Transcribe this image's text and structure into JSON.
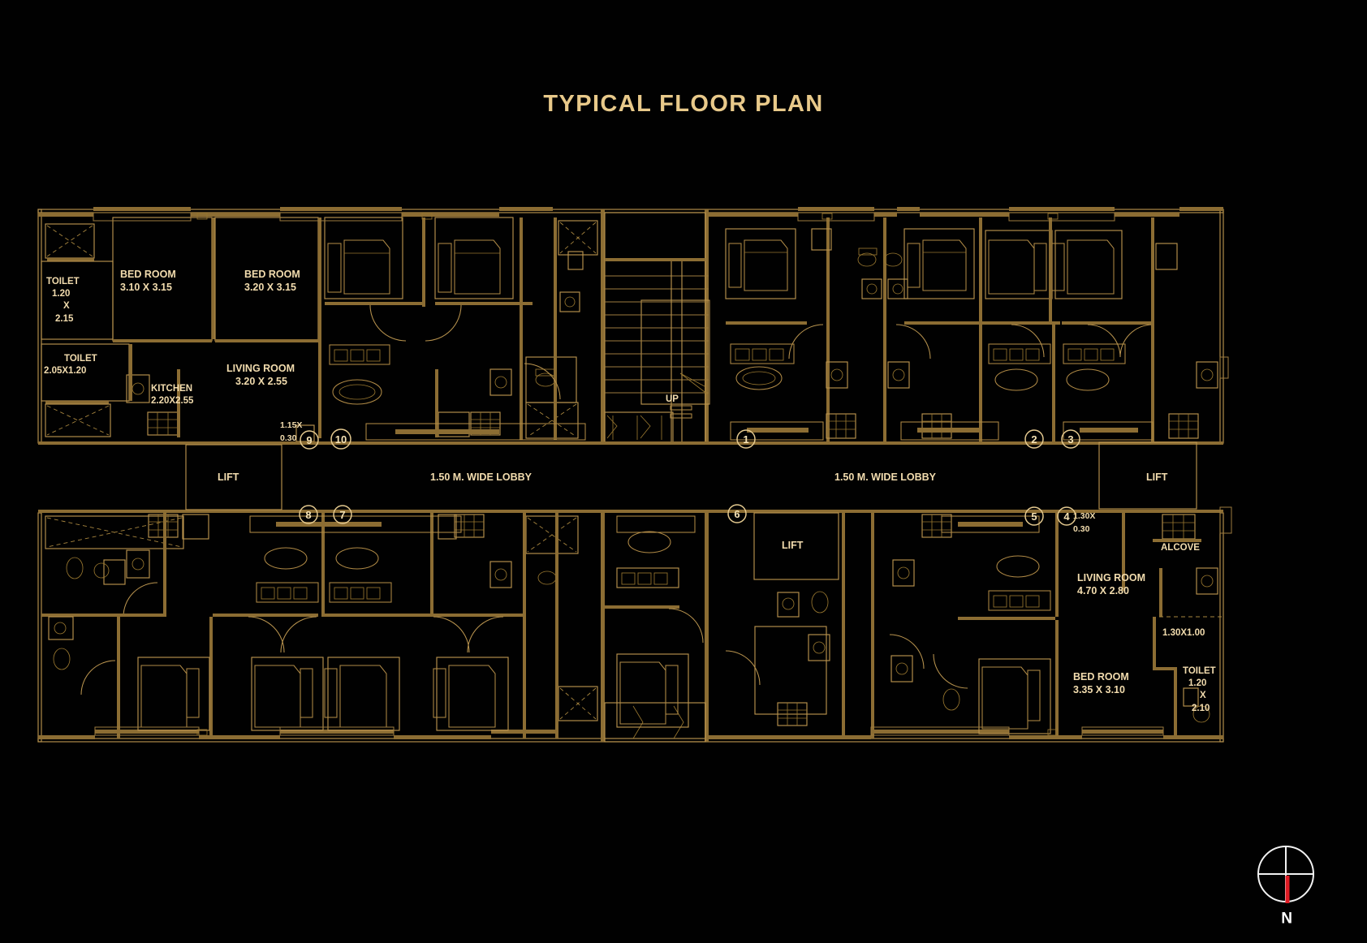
{
  "page": {
    "title": "TYPICAL FLOOR PLAN",
    "background_color": "#010101",
    "line_color": "#b8934e",
    "text_color": "#f2dcae",
    "title_color": "#e8c98a"
  },
  "labels": {
    "lobby_left": "1.50 M. WIDE LOBBY",
    "lobby_right": "1.50 M. WIDE LOBBY",
    "lift_left": "LIFT",
    "lift_middle": "LIFT",
    "lift_right": "LIFT",
    "stair_up": "UP",
    "alcove": "ALCOVE"
  },
  "rooms": {
    "bed_room_1": {
      "name": "BED ROOM",
      "size": "3.10 X 3.15"
    },
    "bed_room_2": {
      "name": "BED ROOM",
      "size": "3.20 X 3.15"
    },
    "living_room_1": {
      "name": "LIVING ROOM",
      "size": "3.20 X 2.55"
    },
    "kitchen_1": {
      "name": "KITCHEN",
      "size": "2.20X2.55"
    },
    "toilet_1": {
      "name": "TOILET",
      "size_l1": "1.20",
      "size_l2": "X",
      "size_l3": "2.15"
    },
    "toilet_2": {
      "name": "TOILET",
      "size": "2.05X1.20"
    },
    "living_room_2": {
      "name": "LIVING ROOM",
      "size": "4.70 X 2.80"
    },
    "bed_room_3": {
      "name": "BED ROOM",
      "size": "3.35 X 3.10"
    },
    "toilet_3": {
      "name": "TOILET",
      "size_l1": "1.20",
      "size_l2": "X",
      "size_l3": "2.10"
    }
  },
  "dimensions": {
    "duct_left_l1": "1.15X",
    "duct_left_l2": "0.30",
    "duct_right_l1": "1.30X",
    "duct_right_l2": "0.30",
    "niche_right": "1.30X1.00"
  },
  "unit_markers": [
    {
      "id": "1",
      "label": "1"
    },
    {
      "id": "2",
      "label": "2"
    },
    {
      "id": "3",
      "label": "3"
    },
    {
      "id": "4",
      "label": "4"
    },
    {
      "id": "5",
      "label": "5"
    },
    {
      "id": "6",
      "label": "6"
    },
    {
      "id": "7",
      "label": "7"
    },
    {
      "id": "8",
      "label": "8"
    },
    {
      "id": "9",
      "label": "9"
    },
    {
      "id": "10",
      "label": "10"
    }
  ],
  "compass": {
    "name": "north-arrow",
    "letter": "N",
    "needle_color": "#e01b24",
    "ring_color": "#f2f2f2"
  }
}
